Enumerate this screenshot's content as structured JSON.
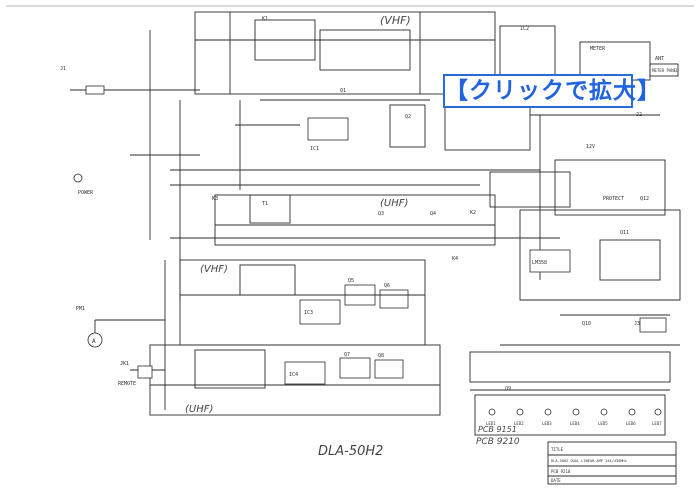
{
  "enlarge_link": "【クリックで拡大】",
  "model_title": "DLA-50H2",
  "pcb_main": "PCB 9210",
  "pcb_sub": "PCB 9151",
  "section_vhf_top": "(VHF)",
  "section_uhf_mid": "(UHF)",
  "section_vhf_low": "(VHF)",
  "section_uhf_low": "(UHF)",
  "labels": {
    "meter": "METER",
    "remote": "REMOTE",
    "power": "POWER",
    "protect": "PROTECT",
    "ant": "ANT",
    "meter_panel": "METER PANEL",
    "pm1": "PM1",
    "jk1": "JK1",
    "j1": "J1",
    "j2": "J2",
    "j3": "J3",
    "k1": "K1",
    "k2": "K2",
    "k3": "K3",
    "k4": "K4",
    "ic1": "IC1",
    "ic2": "IC2",
    "ic3": "IC3",
    "ic4": "IC4",
    "q1": "Q1",
    "q2": "Q2",
    "q3": "Q3",
    "q4": "Q4",
    "q5": "Q5",
    "q6": "Q6",
    "q7": "Q7",
    "q8": "Q8",
    "q9": "Q9",
    "q10": "Q10",
    "q11": "Q11",
    "q12": "Q12",
    "lm358": "LM358",
    "t1": "T1",
    "led1": "LED1",
    "led2": "LED2",
    "led3": "LED3",
    "led4": "LED4",
    "led5": "LED5",
    "led6": "LED6",
    "led7": "LED7",
    "dc12v": "12V"
  },
  "title_block": {
    "line1": "TITLE",
    "line2": "DLA-50H2 DUAL LINEAR AMP 144/430MHz",
    "line3": "PCB 9210",
    "line4": "DATE"
  }
}
